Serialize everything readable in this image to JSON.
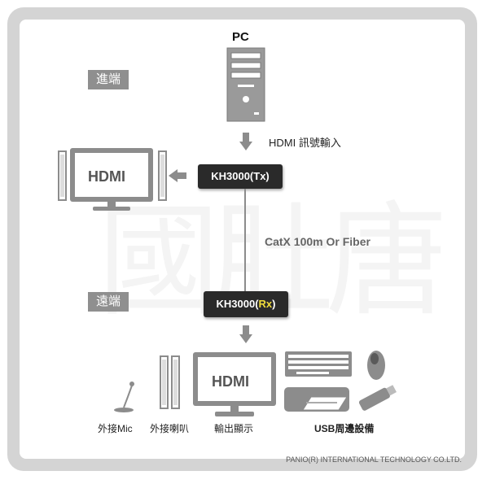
{
  "pc_label": "PC",
  "local_tag": "進端",
  "remote_tag": "遠端",
  "hdmi_input_label": "HDMI 訊號輸入",
  "tx_box_label": "KH3000(Tx)",
  "rx_box": {
    "prefix": "KH3000(",
    "highlight": "Rx",
    "suffix": ")"
  },
  "cable_label": "CatX 100m Or Fiber",
  "monitor_screen_text": "HDMI",
  "devices": {
    "mic_label": "外接Mic",
    "speaker_label": "外接喇叭",
    "display_label": "輸出顯示",
    "usb_label": "USB周邊設備"
  },
  "watermark": "國肚唐",
  "footer": "PANIO(R) INTERNATIONAL TECHNOLOGY CO.LTD.",
  "colors": {
    "frame": "#d4d4d4",
    "box": "#2a2a2a",
    "tag": "#8f8f8f",
    "highlight": "#f0dc3c",
    "icon": "#8c8c8c"
  }
}
